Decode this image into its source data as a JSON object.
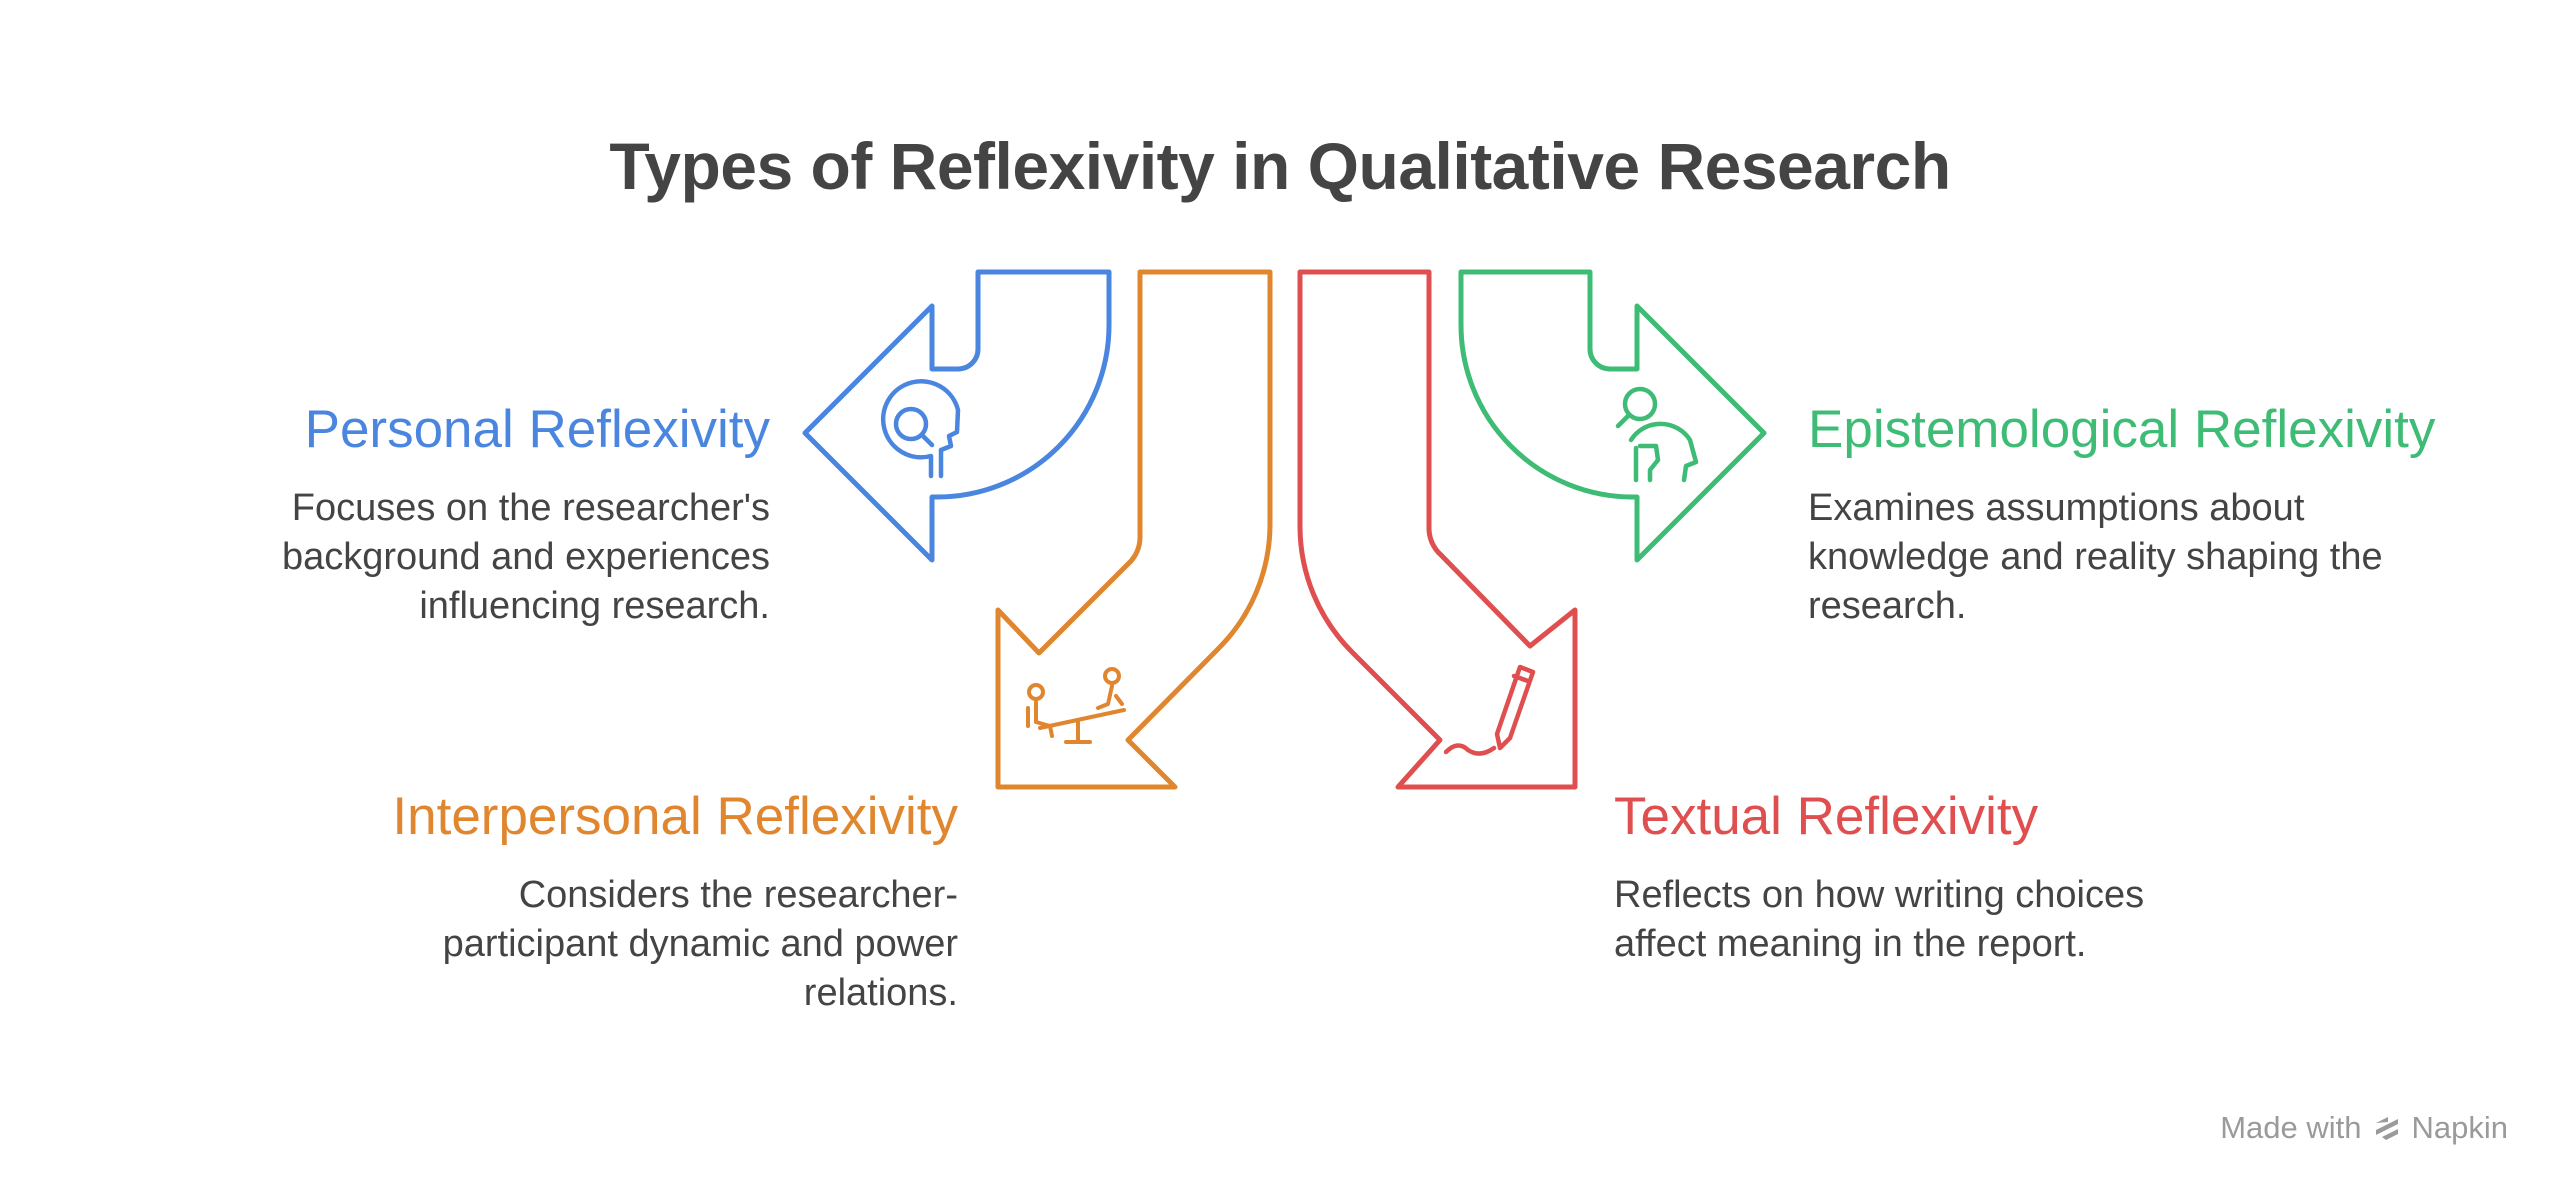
{
  "title": "Types of Reflexivity in Qualitative Research",
  "colors": {
    "personal": "#4a86e0",
    "interpersonal": "#e0862e",
    "textual": "#e04f4f",
    "epistemological": "#3ebc75",
    "text": "#444444"
  },
  "items": [
    {
      "id": "personal",
      "heading": "Personal Reflexivity",
      "description": "Focuses on the researcher's background and experiences influencing research.",
      "icon": "head-magnifier-icon"
    },
    {
      "id": "interpersonal",
      "heading": "Interpersonal Reflexivity",
      "description": "Considers the researcher-participant dynamic and power relations.",
      "icon": "seesaw-icon"
    },
    {
      "id": "textual",
      "heading": "Textual Reflexivity",
      "description": "Reflects on how writing choices affect meaning in the report.",
      "icon": "pen-writing-icon"
    },
    {
      "id": "epistemological",
      "heading": "Epistemological Reflexivity",
      "description": "Examines assumptions about knowledge and reality shaping the research.",
      "icon": "person-question-icon"
    }
  ],
  "watermark": "Made with Napkin"
}
